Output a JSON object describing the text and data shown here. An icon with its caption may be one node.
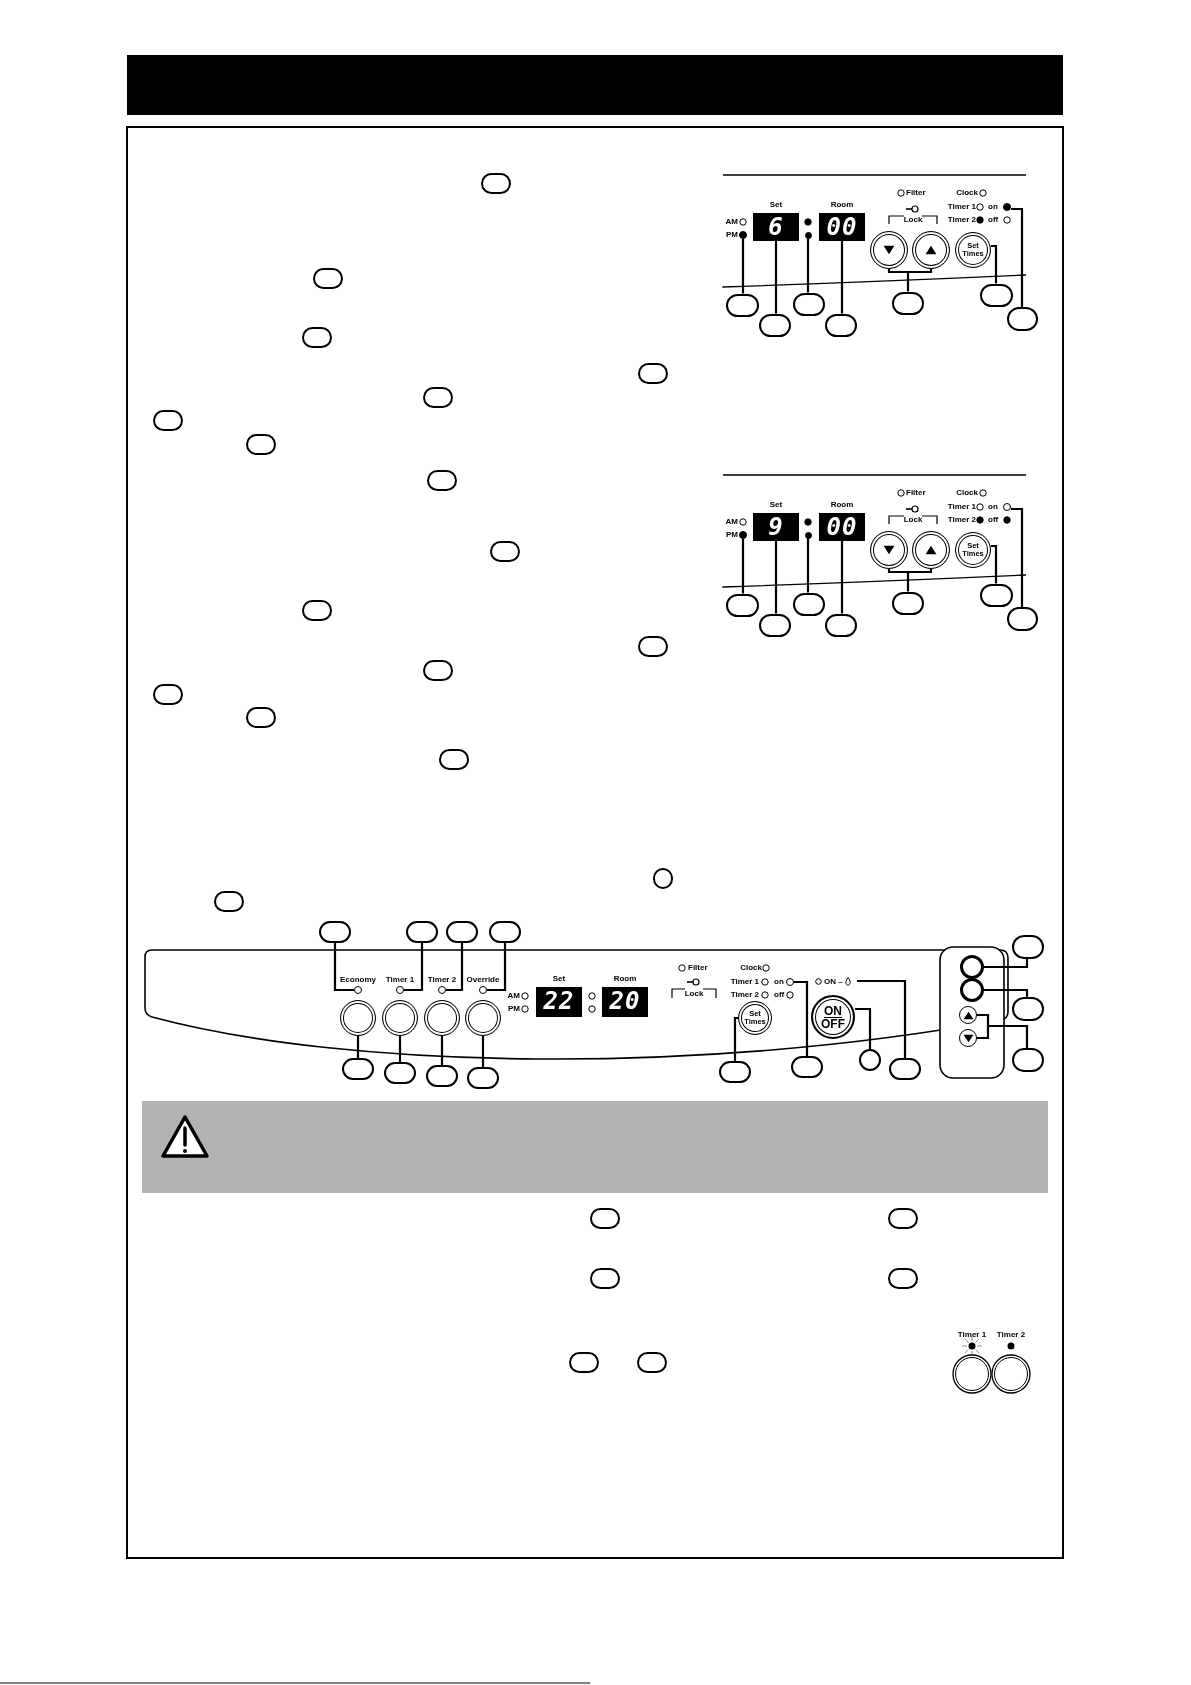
{
  "diagram": {
    "nodes": [
      {
        "text": [],
        "shape": "circle"
      },
      {
        "text": [
          "6"
        ],
        "beside": [
          "Set"
        ]
      },
      {
        "text": [],
        "shape": "circle"
      },
      {
        "text": [
          "00"
        ],
        "beside": [
          "Room"
        ]
      },
      {
        "text": [],
        "shape": "circle"
      },
      {
        "text": [],
        "shape": "circle"
      },
      {
        "text": [
          "Set Times"
        ]
      },
      {
        "text": [],
        "shape": "circle"
      },
      {
        "text": [],
        "shape": "circle"
      },
      {
        "text": [],
        "shape": "circle"
      },
      {
        "text": [],
        "shape": "circle"
      },
      {
        "text": [],
        "shape": "circle"
      },
      {
        "text": [],
        "shape": "circle"
      },
      {
        "text": [],
        "shape": "circle"
      },
      {
        "text": [],
        "shape": "circle"
      },
      {
        "text": [],
        "shape": "circle"
      },
      {
        "text": [
          "9"
        ],
        "beside": [
          "Set"
        ]
      },
      {
        "text": [],
        "shape": "circle"
      },
      {
        "text": [
          "00"
        ],
        "beside": [
          "Room"
        ]
      },
      {
        "text": [],
        "shape": "circle"
      },
      {
        "text": [],
        "shape": "circle"
      },
      {
        "text": [
          "Set Times"
        ]
      },
      {
        "text": [],
        "shape": "circle"
      },
      {
        "text": [],
        "shape": "circle"
      },
      {
        "text": [],
        "shape": "circle"
      },
      {
        "text": [],
        "shape": "circle"
      },
      {
        "text": [],
        "shape": "circle"
      },
      {
        "text": [],
        "shape": "circle"
      },
      {
        "text": [],
        "shape": "circle"
      },
      {
        "text": [],
        "shape": "circle"
      },
      {
        "text": [],
        "shape": "circle"
      },
      {
        "text": [],
        "shape": "circle"
      },
      {
        "text": [],
        "shape": "circle"
      },
      {
        "text": [],
        "shape": "circle"
      },
      {
        "text": [],
        "shape": "circle"
      },
      {
        "text": [],
        "shape": "circle"
      },
      {
        "text": [],
        "shape": "circle"
      },
      {
        "text": [],
        "shape": "circle"
      },
      {
        "text": [
          "Set Times"
        ]
      },
      {
        "text": [],
        "shape": "circle"
      },
      {
        "text": [
          "ON",
          "OFF"
        ]
      },
      {
        "text": [
          "ON –"
        ]
      },
      {
        "text": [],
        "shape": "circle"
      },
      {
        "text": [],
        "shape": "circle"
      },
      {
        "text": [],
        "shape": "circle"
      },
      {
        "text": [],
        "shape": "circle"
      },
      {
        "text": [],
        "shape": "circle"
      },
      {
        "text": [],
        "shape": "circle"
      },
      {
        "text": [],
        "shape": "circle"
      },
      {
        "text": [],
        "shape": "circle"
      },
      {
        "text": [],
        "shape": "circle"
      },
      {
        "text": [],
        "shape": "circle"
      },
      {
        "text": [],
        "shape": "circle"
      },
      {
        "text": [],
        "shape": "circle"
      },
      {
        "text": [],
        "shape": "circle"
      },
      {
        "text": [],
        "shape": "circle"
      },
      {
        "text": [],
        "shape": "circle"
      },
      {
        "text": [],
        "shape": "circle"
      },
      {
        "text": [],
        "shape": "circle"
      },
      {
        "text": [],
        "shape": "circle"
      },
      {
        "text": [],
        "shape": "circle"
      },
      {
        "text": [],
        "shape": "circle"
      },
      {
        "text": [],
        "shape": "circle"
      },
      {
        "text": [],
        "shape": "circle"
      },
      {
        "text": [],
        "shape": "circle"
      },
      {
        "text": [],
        "shape": "circle"
      },
      {
        "text": [],
        "shape": "circle"
      },
      {
        "text": [],
        "shape": "circle"
      },
      {
        "text": [],
        "shape": "circle"
      },
      {
        "text": [],
        "shape": "circle"
      },
      {
        "text": [],
        "shape": "circle"
      },
      {
        "text": [],
        "shape": "circle"
      },
      {
        "text": [],
        "shape": "circle"
      },
      {
        "text": [],
        "shape": "circle"
      },
      {
        "text": [],
        "shape": "circle"
      },
      {
        "text": [],
        "shape": "circle"
      },
      {
        "text": [],
        "shape": "circle"
      },
      {
        "text": [],
        "shape": "circle"
      },
      {
        "text": [],
        "shape": "circle"
      },
      {
        "text": [],
        "shape": "circle"
      },
      {
        "text": [],
        "shape": "circle"
      },
      {
        "text": [],
        "shape": "circle"
      },
      {
        "text": [],
        "shape": "circle"
      },
      {
        "text": [],
        "shape": "circle"
      },
      {
        "text": [
          "22"
        ],
        "beside": [
          "Set"
        ]
      },
      {
        "text": [
          "20"
        ],
        "beside": [
          "Room"
        ]
      },
      {
        "text": [],
        "shape": "bar"
      }
    ],
    "edges": [
      {
        "from": 8,
        "to": 0,
        "arrow": "none"
      },
      {
        "from": 9,
        "to": 1,
        "arrow": "none"
      },
      {
        "from": 10,
        "to": 2,
        "arrow": "none"
      },
      {
        "from": 11,
        "to": 3,
        "arrow": "none"
      },
      {
        "from": 12,
        "to": 4,
        "arrow": "none"
      },
      {
        "from": 12,
        "to": 5,
        "arrow": "none"
      },
      {
        "from": 13,
        "to": 6,
        "arrow": "none"
      },
      {
        "from": 14,
        "to": 7,
        "arrow": "none"
      },
      {
        "from": 23,
        "to": 15,
        "arrow": "none"
      },
      {
        "from": 24,
        "to": 16,
        "arrow": "none"
      },
      {
        "from": 25,
        "to": 17,
        "arrow": "none"
      },
      {
        "from": 26,
        "to": 18,
        "arrow": "none"
      },
      {
        "from": 27,
        "to": 19,
        "arrow": "none"
      },
      {
        "from": 27,
        "to": 20,
        "arrow": "none"
      },
      {
        "from": 28,
        "to": 21,
        "arrow": "none"
      },
      {
        "from": 29,
        "to": 22,
        "arrow": "none"
      },
      {
        "from": 46,
        "to": 30,
        "arrow": "none"
      },
      {
        "from": 47,
        "to": 31,
        "arrow": "none"
      },
      {
        "from": 48,
        "to": 32,
        "arrow": "none"
      },
      {
        "from": 49,
        "to": 33,
        "arrow": "none"
      },
      {
        "from": 50,
        "to": 34,
        "arrow": "none"
      },
      {
        "from": 51,
        "to": 35,
        "arrow": "none"
      },
      {
        "from": 52,
        "to": 36,
        "arrow": "none"
      },
      {
        "from": 53,
        "to": 37,
        "arrow": "none"
      },
      {
        "from": 54,
        "to": 38,
        "arrow": "none"
      },
      {
        "from": 55,
        "to": 39,
        "arrow": "none"
      },
      {
        "from": 56,
        "to": 40,
        "arrow": "none"
      },
      {
        "from": 57,
        "to": 41,
        "arrow": "none"
      },
      {
        "from": 58,
        "to": 42,
        "arrow": "none"
      },
      {
        "from": 59,
        "to": 43,
        "arrow": "none"
      },
      {
        "from": 60,
        "to": 44,
        "arrow": "none"
      },
      {
        "from": 60,
        "to": 45,
        "arrow": "none"
      }
    ],
    "labels": [
      "Filter",
      "Clock",
      "Timer 1",
      "on",
      "AM",
      "Lock",
      "Timer 2",
      "off",
      "PM",
      "Filter",
      "Clock",
      "Timer 1",
      "on",
      "AM",
      "Lock",
      "Timer 2",
      "off",
      "PM",
      "Filter",
      "Clock",
      "Economy",
      "Timer 1",
      "Timer 2",
      "Override",
      "Timer 1",
      "on",
      "AM",
      "Lock",
      "Timer 2",
      "off",
      "PM",
      "Timer 1",
      "Timer 2"
    ]
  }
}
